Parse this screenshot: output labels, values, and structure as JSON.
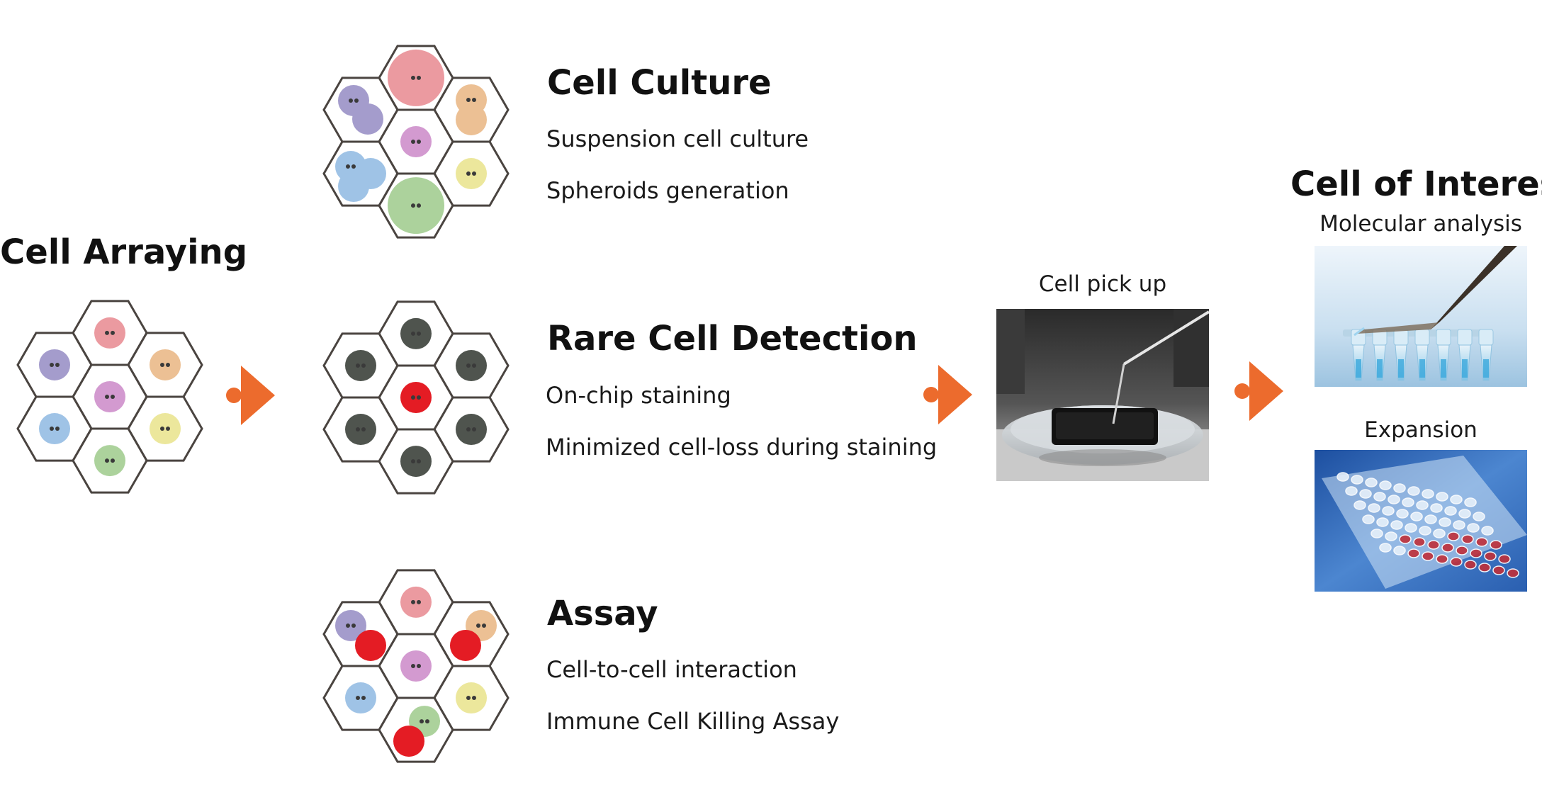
{
  "cell_arraying": {
    "title": "Cell Arraying"
  },
  "cell_culture": {
    "title": "Cell Culture",
    "items": [
      "Suspension cell culture",
      "Spheroids generation"
    ]
  },
  "rare_cell_detection": {
    "title": "Rare Cell Detection",
    "items": [
      "On-chip staining",
      "Minimized cell-loss during staining"
    ]
  },
  "assay": {
    "title": "Assay",
    "items": [
      "Cell-to-cell interaction",
      "Immune Cell Killing Assay"
    ]
  },
  "cell_pick_up": {
    "label": "Cell pick up"
  },
  "cell_of_interest": {
    "title": "Cell of Interest",
    "molecular_label": "Molecular analysis",
    "expansion_label": "Expansion"
  },
  "colors": {
    "hex_stroke": "#4a4440",
    "arrow": "#ec6b2d",
    "pink": "#eb9aa0",
    "purple": "#a49ccc",
    "peach": "#ecc094",
    "orchid": "#d39ad0",
    "blue": "#9fc3e6",
    "yellow": "#ece79c",
    "green": "#acd29c",
    "dark": "#4f544e",
    "red": "#e41c24"
  }
}
